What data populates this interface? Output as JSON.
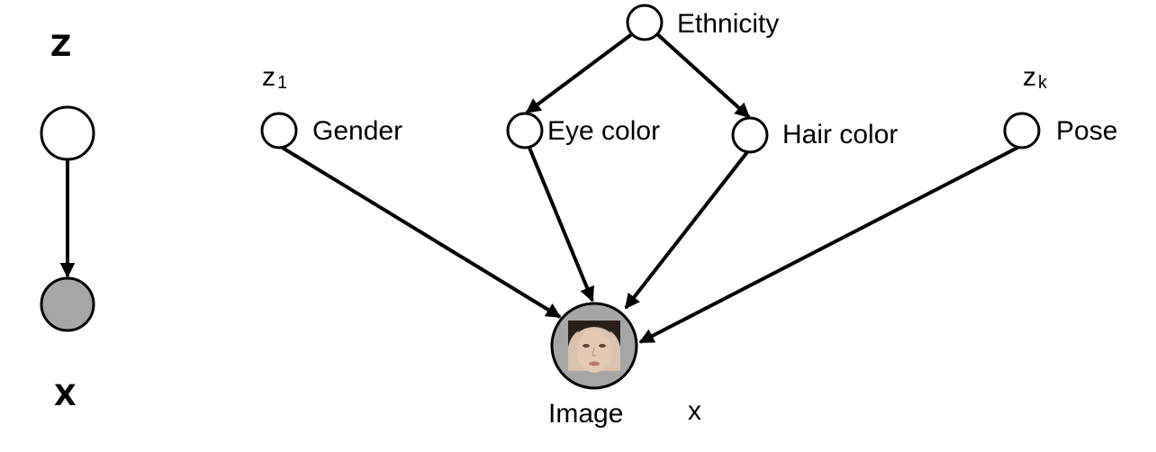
{
  "simple_model": {
    "latent_label": "Z",
    "observed_label": "X"
  },
  "graph": {
    "z1_label": "z",
    "z1_sub": "1",
    "zk_label": "z",
    "zk_sub": "k",
    "nodes": {
      "ethnicity": "Ethnicity",
      "gender": "Gender",
      "eye_color": "Eye color",
      "hair_color": "Hair color",
      "pose": "Pose",
      "image": "Image",
      "image_var": "x"
    },
    "colors": {
      "observed_fill": "#a6a6a6",
      "latent_fill": "#ffffff",
      "edge": "#000000"
    }
  }
}
